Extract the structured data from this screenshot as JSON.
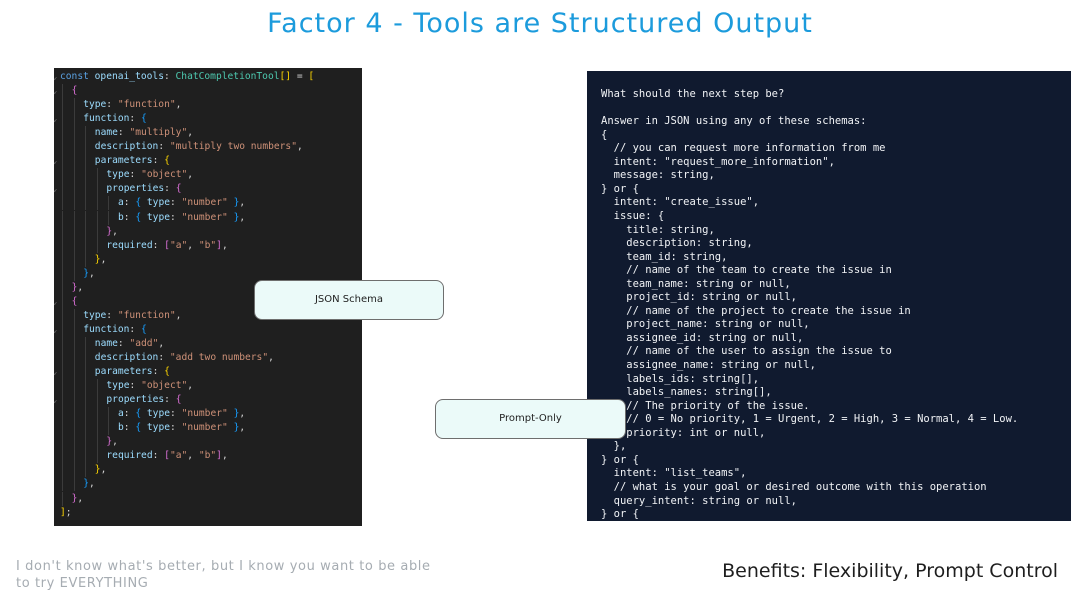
{
  "title": "Factor 4 - Tools are Structured Output",
  "labels": {
    "json_schema": "JSON Schema",
    "prompt_only": "Prompt-Only"
  },
  "footer": {
    "note": "I don't know what's better, but I know you want to be able to try EVERYTHING",
    "benefits": "Benefits: Flexibility, Prompt Control"
  },
  "code_left": [
    [
      [
        "kw",
        "const "
      ],
      [
        "id",
        "openai_tools"
      ],
      [
        "pu",
        ": "
      ],
      [
        "ty",
        "ChatCompletionTool"
      ],
      [
        "b1",
        "[]"
      ],
      [
        "pu",
        " = "
      ],
      [
        "b1",
        "["
      ]
    ],
    [
      [
        "b2",
        "{"
      ]
    ],
    [
      [
        "id",
        "type"
      ],
      [
        "pu",
        ": "
      ],
      [
        "str",
        "\"function\""
      ],
      [
        "pu",
        ","
      ]
    ],
    [
      [
        "id",
        "function"
      ],
      [
        "pu",
        ": "
      ],
      [
        "b3",
        "{"
      ]
    ],
    [
      [
        "id",
        "name"
      ],
      [
        "pu",
        ": "
      ],
      [
        "str",
        "\"multiply\""
      ],
      [
        "pu",
        ","
      ]
    ],
    [
      [
        "id",
        "description"
      ],
      [
        "pu",
        ": "
      ],
      [
        "str",
        "\"multiply two numbers\""
      ],
      [
        "pu",
        ","
      ]
    ],
    [
      [
        "id",
        "parameters"
      ],
      [
        "pu",
        ": "
      ],
      [
        "b1",
        "{"
      ]
    ],
    [
      [
        "id",
        "type"
      ],
      [
        "pu",
        ": "
      ],
      [
        "str",
        "\"object\""
      ],
      [
        "pu",
        ","
      ]
    ],
    [
      [
        "id",
        "properties"
      ],
      [
        "pu",
        ": "
      ],
      [
        "b2",
        "{"
      ]
    ],
    [
      [
        "id",
        "a"
      ],
      [
        "pu",
        ": "
      ],
      [
        "b3",
        "{ "
      ],
      [
        "id",
        "type"
      ],
      [
        "pu",
        ": "
      ],
      [
        "str",
        "\"number\""
      ],
      [
        "b3",
        " }"
      ],
      [
        "pu",
        ","
      ]
    ],
    [
      [
        "id",
        "b"
      ],
      [
        "pu",
        ": "
      ],
      [
        "b3",
        "{ "
      ],
      [
        "id",
        "type"
      ],
      [
        "pu",
        ": "
      ],
      [
        "str",
        "\"number\""
      ],
      [
        "b3",
        " }"
      ],
      [
        "pu",
        ","
      ]
    ],
    [
      [
        "b2",
        "}"
      ],
      [
        "pu",
        ","
      ]
    ],
    [
      [
        "id",
        "required"
      ],
      [
        "pu",
        ": "
      ],
      [
        "b2",
        "["
      ],
      [
        "str",
        "\"a\""
      ],
      [
        "pu",
        ", "
      ],
      [
        "str",
        "\"b\""
      ],
      [
        "b2",
        "]"
      ],
      [
        "pu",
        ","
      ]
    ],
    [
      [
        "b1",
        "}"
      ],
      [
        "pu",
        ","
      ]
    ],
    [
      [
        "b3",
        "}"
      ],
      [
        "pu",
        ","
      ]
    ],
    [
      [
        "b2",
        "}"
      ],
      [
        "pu",
        ","
      ]
    ],
    [
      [
        "b2",
        "{"
      ]
    ],
    [
      [
        "id",
        "type"
      ],
      [
        "pu",
        ": "
      ],
      [
        "str",
        "\"function\""
      ],
      [
        "pu",
        ","
      ]
    ],
    [
      [
        "id",
        "function"
      ],
      [
        "pu",
        ": "
      ],
      [
        "b3",
        "{"
      ]
    ],
    [
      [
        "id",
        "name"
      ],
      [
        "pu",
        ": "
      ],
      [
        "str",
        "\"add\""
      ],
      [
        "pu",
        ","
      ]
    ],
    [
      [
        "id",
        "description"
      ],
      [
        "pu",
        ": "
      ],
      [
        "str",
        "\"add two numbers\""
      ],
      [
        "pu",
        ","
      ]
    ],
    [
      [
        "id",
        "parameters"
      ],
      [
        "pu",
        ": "
      ],
      [
        "b1",
        "{"
      ]
    ],
    [
      [
        "id",
        "type"
      ],
      [
        "pu",
        ": "
      ],
      [
        "str",
        "\"object\""
      ],
      [
        "pu",
        ","
      ]
    ],
    [
      [
        "id",
        "properties"
      ],
      [
        "pu",
        ": "
      ],
      [
        "b2",
        "{"
      ]
    ],
    [
      [
        "id",
        "a"
      ],
      [
        "pu",
        ": "
      ],
      [
        "b3",
        "{ "
      ],
      [
        "id",
        "type"
      ],
      [
        "pu",
        ": "
      ],
      [
        "str",
        "\"number\""
      ],
      [
        "b3",
        " }"
      ],
      [
        "pu",
        ","
      ]
    ],
    [
      [
        "id",
        "b"
      ],
      [
        "pu",
        ": "
      ],
      [
        "b3",
        "{ "
      ],
      [
        "id",
        "type"
      ],
      [
        "pu",
        ": "
      ],
      [
        "str",
        "\"number\""
      ],
      [
        "b3",
        " }"
      ],
      [
        "pu",
        ","
      ]
    ],
    [
      [
        "b2",
        "}"
      ],
      [
        "pu",
        ","
      ]
    ],
    [
      [
        "id",
        "required"
      ],
      [
        "pu",
        ": "
      ],
      [
        "b2",
        "["
      ],
      [
        "str",
        "\"a\""
      ],
      [
        "pu",
        ", "
      ],
      [
        "str",
        "\"b\""
      ],
      [
        "b2",
        "]"
      ],
      [
        "pu",
        ","
      ]
    ],
    [
      [
        "b1",
        "}"
      ],
      [
        "pu",
        ","
      ]
    ],
    [
      [
        "b3",
        "}"
      ],
      [
        "pu",
        ","
      ]
    ],
    [
      [
        "b2",
        "}"
      ],
      [
        "pu",
        ","
      ]
    ],
    [
      [
        "b1",
        "]"
      ],
      [
        "pu",
        ";"
      ]
    ]
  ],
  "code_right": [
    "What should the next step be?",
    "",
    "Answer in JSON using any of these schemas:",
    "{",
    "  // you can request more information from me",
    "  intent: \"request_more_information\",",
    "  message: string,",
    "} or {",
    "  intent: \"create_issue\",",
    "  issue: {",
    "    title: string,",
    "    description: string,",
    "    team_id: string,",
    "    // name of the team to create the issue in",
    "    team_name: string or null,",
    "    project_id: string or null,",
    "    // name of the project to create the issue in",
    "    project_name: string or null,",
    "    assignee_id: string or null,",
    "    // name of the user to assign the issue to",
    "    assignee_name: string or null,",
    "    labels_ids: string[],",
    "    labels_names: string[],",
    "    // The priority of the issue.",
    "    // 0 = No priority, 1 = Urgent, 2 = High, 3 = Normal, 4 = Low.",
    "    priority: int or null,",
    "  },",
    "} or {",
    "  intent: \"list_teams\",",
    "  // what is your goal or desired outcome with this operation",
    "  query_intent: string or null,",
    "} or {"
  ]
}
